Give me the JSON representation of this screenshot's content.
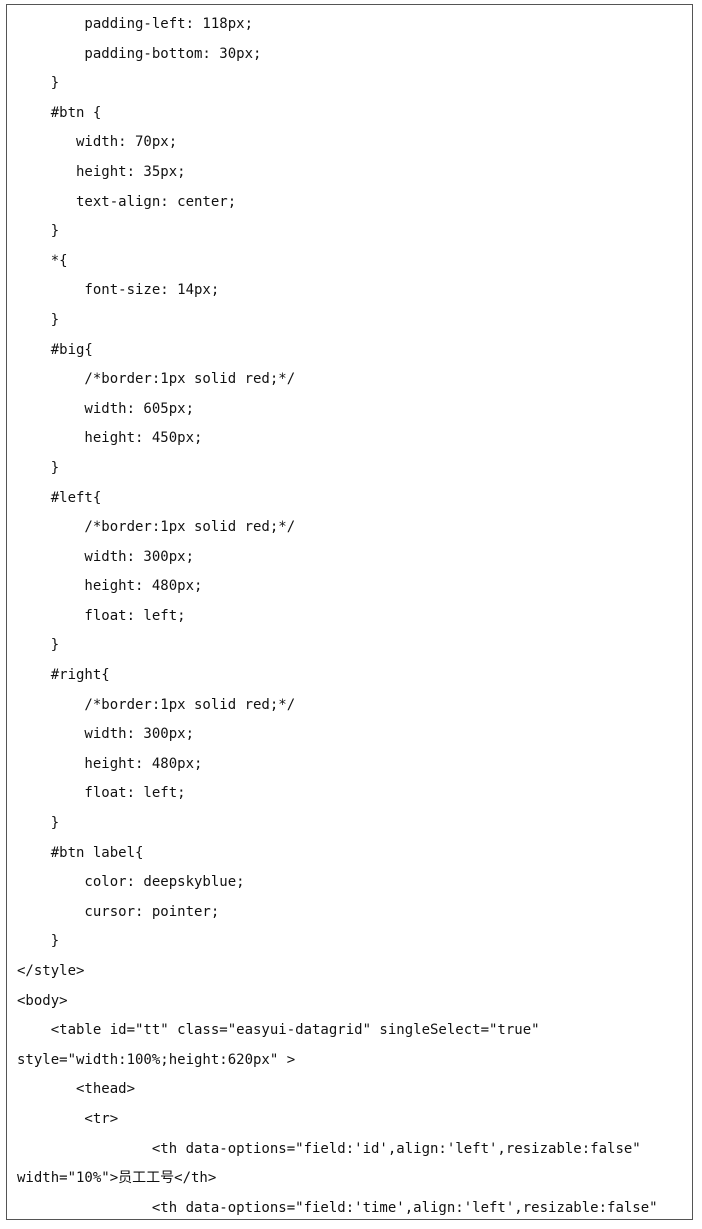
{
  "document": {
    "lines": [
      "        padding-left: 118px;",
      "        padding-bottom: 30px;",
      "    }",
      "    #btn {",
      "       width: 70px;",
      "       height: 35px;",
      "       text-align: center;",
      "    }",
      "    *{",
      "        font-size: 14px;",
      "    }",
      "    #big{",
      "        /*border:1px solid red;*/",
      "        width: 605px;",
      "        height: 450px;",
      "    }",
      "    #left{",
      "        /*border:1px solid red;*/",
      "        width: 300px;",
      "        height: 480px;",
      "        float: left;",
      "    }",
      "    #right{",
      "        /*border:1px solid red;*/",
      "        width: 300px;",
      "        height: 480px;",
      "        float: left;",
      "    }",
      "    #btn label{",
      "        color: deepskyblue;",
      "        cursor: pointer;",
      "    }",
      "</style>",
      "<body>",
      "    <table id=\"tt\" class=\"easyui-datagrid\" singleSelect=\"true\"",
      "style=\"width:100%;height:620px\" >",
      "       <thead>",
      "        <tr>",
      "                <th data-options=\"field:'id',align:'left',resizable:false\"",
      "width=\"10%\">员工工号</th>",
      "                <th data-options=\"field:'time',align:'left',resizable:false\""
    ]
  }
}
